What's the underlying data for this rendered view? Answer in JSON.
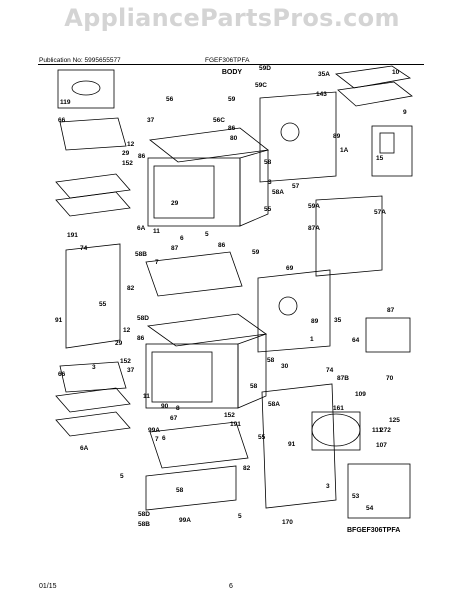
{
  "watermark": "AppliancePartsPros.com",
  "header": {
    "publication": "Publication No: 5995655577",
    "model": "FGEF306TPFA"
  },
  "section_title": "BODY",
  "footer": {
    "date": "01/15",
    "page": "6"
  },
  "diagram_code": "BFGEF306TPFA",
  "part_labels": [
    {
      "text": "59D"
    },
    {
      "text": "35A"
    },
    {
      "text": "10"
    },
    {
      "text": "59C"
    },
    {
      "text": "143"
    },
    {
      "text": "119"
    },
    {
      "text": "56"
    },
    {
      "text": "59"
    },
    {
      "text": "9"
    },
    {
      "text": "66"
    },
    {
      "text": "37"
    },
    {
      "text": "56C"
    },
    {
      "text": "86"
    },
    {
      "text": "89"
    },
    {
      "text": "12"
    },
    {
      "text": "80"
    },
    {
      "text": "29"
    },
    {
      "text": "1A"
    },
    {
      "text": "15"
    },
    {
      "text": "86"
    },
    {
      "text": "152"
    },
    {
      "text": "58"
    },
    {
      "text": "3"
    },
    {
      "text": "58A"
    },
    {
      "text": "57"
    },
    {
      "text": "57A"
    },
    {
      "text": "29"
    },
    {
      "text": "6"
    },
    {
      "text": "55"
    },
    {
      "text": "59A"
    },
    {
      "text": "6A"
    },
    {
      "text": "11"
    },
    {
      "text": "5"
    },
    {
      "text": "86"
    },
    {
      "text": "191"
    },
    {
      "text": "74"
    },
    {
      "text": "58B"
    },
    {
      "text": "87"
    },
    {
      "text": "59"
    },
    {
      "text": "87A"
    },
    {
      "text": "7"
    },
    {
      "text": "69"
    },
    {
      "text": "82"
    },
    {
      "text": "55"
    },
    {
      "text": "87"
    },
    {
      "text": "91"
    },
    {
      "text": "58D"
    },
    {
      "text": "35"
    },
    {
      "text": "12"
    },
    {
      "text": "89"
    },
    {
      "text": "86"
    },
    {
      "text": "64"
    },
    {
      "text": "29"
    },
    {
      "text": "1"
    },
    {
      "text": "152"
    },
    {
      "text": "37"
    },
    {
      "text": "58"
    },
    {
      "text": "30"
    },
    {
      "text": "74"
    },
    {
      "text": "3"
    },
    {
      "text": "58"
    },
    {
      "text": "58A"
    },
    {
      "text": "87B"
    },
    {
      "text": "70"
    },
    {
      "text": "109"
    },
    {
      "text": "66"
    },
    {
      "text": "161"
    },
    {
      "text": "11"
    },
    {
      "text": "90"
    },
    {
      "text": "152"
    },
    {
      "text": "125"
    },
    {
      "text": "99A"
    },
    {
      "text": "67"
    },
    {
      "text": "191"
    },
    {
      "text": "111"
    },
    {
      "text": "55"
    },
    {
      "text": "91"
    },
    {
      "text": "107"
    },
    {
      "text": "7"
    },
    {
      "text": "82"
    },
    {
      "text": "5"
    },
    {
      "text": "3"
    },
    {
      "text": "53"
    },
    {
      "text": "58D"
    },
    {
      "text": "58B"
    },
    {
      "text": "99A"
    },
    {
      "text": "5"
    },
    {
      "text": "170"
    },
    {
      "text": "6A"
    },
    {
      "text": "54"
    },
    {
      "text": "6"
    },
    {
      "text": "8"
    },
    {
      "text": "272"
    },
    {
      "text": "58"
    }
  ]
}
